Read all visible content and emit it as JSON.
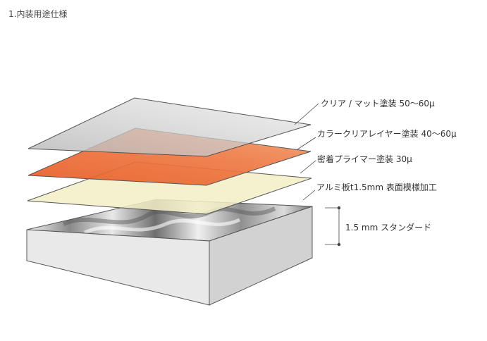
{
  "title": "1.内装用途仕様",
  "layers": [
    {
      "label": "クリア / マット塗装 50〜60μ"
    },
    {
      "label": "カラークリアレイヤー塗装 40〜60μ"
    },
    {
      "label": "密着プライマー塗装 30μ"
    },
    {
      "label": "アルミ板t1.5mm 表面模様加工"
    }
  ],
  "thickness_label": "1.5 mm スタンダード",
  "colors": {
    "clear": "#c8c8c8",
    "color_clear": "#e86a2c",
    "primer": "#f3efc6",
    "aluminum": "#e6e6e6"
  }
}
